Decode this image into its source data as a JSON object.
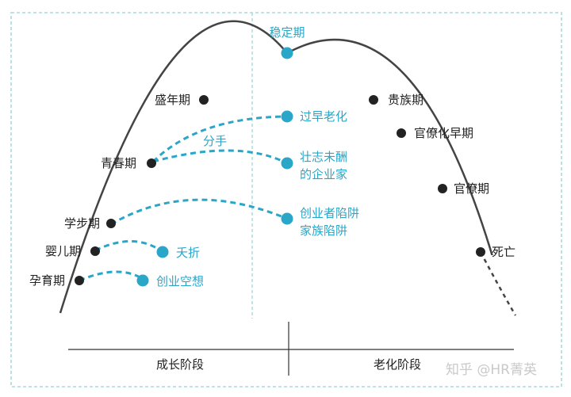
{
  "colors": {
    "curve": "#444444",
    "node": "#222222",
    "accent": "#2aa6c8",
    "frame": "#a8dad8",
    "axis": "#333333"
  },
  "stages": {
    "peak": "稳定期",
    "prime": "盛年期",
    "youth": "青春期",
    "toddler": "学步期",
    "infant": "婴儿期",
    "courtship": "孕育期",
    "aristocracy": "贵族期",
    "early_bureaucracy": "官僚化早期",
    "bureaucracy": "官僚期",
    "death": "死亡"
  },
  "branches": {
    "premature_aging": "过早老化",
    "unfulfilled_entrepreneur_1": "壮志未酬",
    "unfulfilled_entrepreneur_2": "的企业家",
    "founder_trap": "创业者陷阱",
    "family_trap": "家族陷阱",
    "split": "分手",
    "infant_mortality": "夭折",
    "affair": "创业空想"
  },
  "phases": {
    "growth": "成长阶段",
    "aging": "老化阶段"
  },
  "watermark": "知乎 @HR菁英"
}
